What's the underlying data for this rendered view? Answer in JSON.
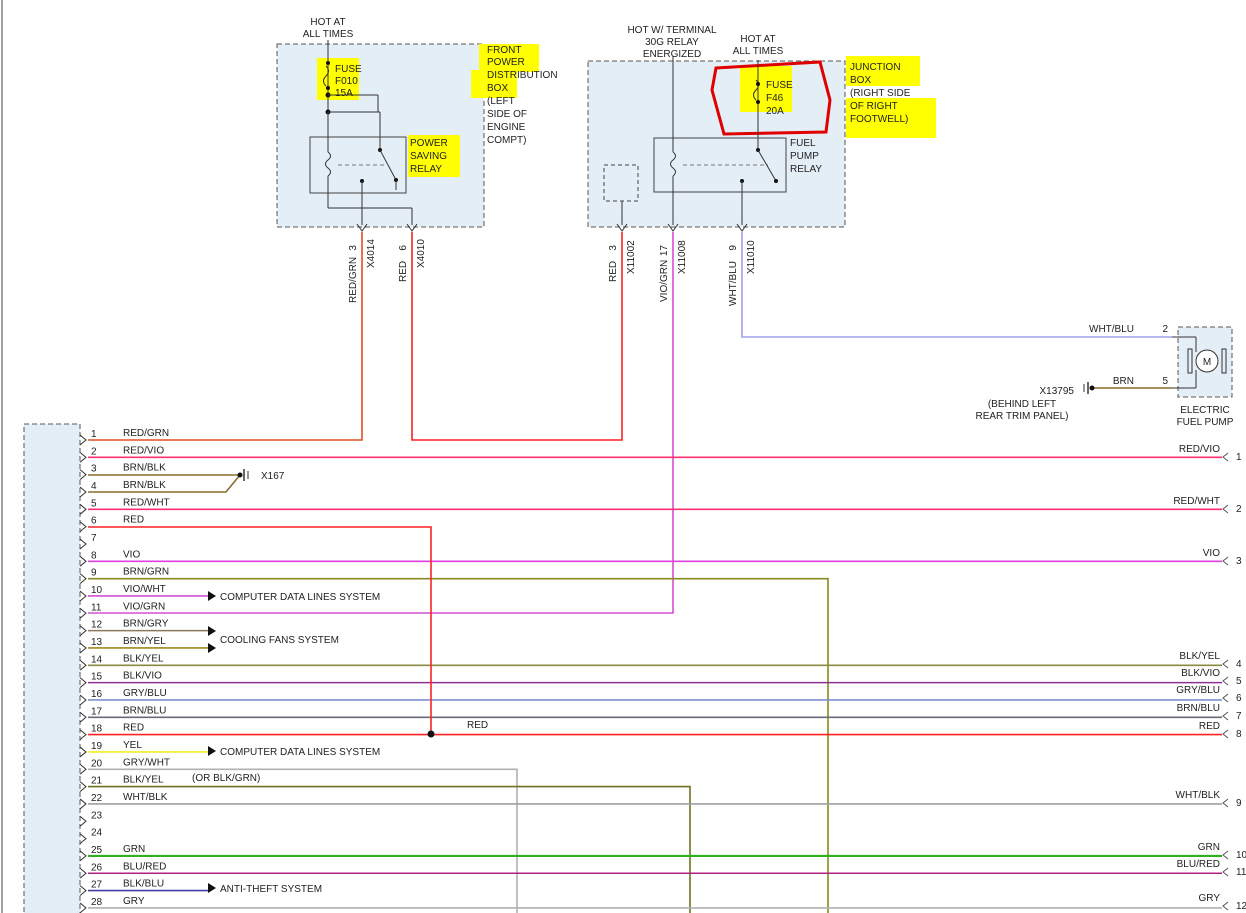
{
  "top": {
    "hot_at_all_times": [
      "HOT AT",
      "ALL TIMES"
    ],
    "hot_w_terminal": [
      "HOT W/ TERMINAL",
      "30G RELAY",
      "ENERGIZED"
    ],
    "hot_at_all_times_2": [
      "HOT AT",
      "ALL TIMES"
    ]
  },
  "front_box": {
    "fuse": [
      "FUSE",
      "F010",
      "15A"
    ],
    "name": [
      "FRONT",
      "POWER",
      "DISTRIBUTION",
      "BOX",
      "(LEFT",
      "SIDE OF",
      "ENGINE",
      "COMPT)"
    ],
    "relay": [
      "POWER",
      "SAVING",
      "RELAY"
    ],
    "pins": [
      {
        "pin": "3",
        "conn": "X4014",
        "wire": "RED/GRN"
      },
      {
        "pin": "6",
        "conn": "X4010",
        "wire": "RED"
      }
    ]
  },
  "junction_box": {
    "fuse": [
      "FUSE",
      "F46",
      "20A"
    ],
    "name": [
      "JUNCTION",
      "BOX",
      "(RIGHT SIDE",
      "OF RIGHT",
      "FOOTWELL)"
    ],
    "relay": [
      "FUEL",
      "PUMP",
      "RELAY"
    ],
    "pins": [
      {
        "pin": "3",
        "conn": "X11002",
        "wire": "RED"
      },
      {
        "pin": "17",
        "conn": "X11008",
        "wire": "VIO/GRN"
      },
      {
        "pin": "9",
        "conn": "X11010",
        "wire": "WHT/BLU"
      }
    ]
  },
  "pump": {
    "wire_top": "WHT/BLU",
    "pin_top": "2",
    "wire_bottom": "BRN",
    "pin_bottom": "5",
    "ground": "X13795",
    "ground_loc": [
      "(BEHIND LEFT",
      "REAR TRIM PANEL)"
    ],
    "name": [
      "ELECTRIC",
      "FUEL PUMP"
    ],
    "motor": "M"
  },
  "ground_x167": "X167",
  "left_rows": [
    {
      "n": "1",
      "w": "RED/GRN"
    },
    {
      "n": "2",
      "w": "RED/VIO"
    },
    {
      "n": "3",
      "w": "BRN/BLK"
    },
    {
      "n": "4",
      "w": "BRN/BLK"
    },
    {
      "n": "5",
      "w": "RED/WHT"
    },
    {
      "n": "6",
      "w": "RED"
    },
    {
      "n": "7",
      "w": ""
    },
    {
      "n": "8",
      "w": "VIO"
    },
    {
      "n": "9",
      "w": "BRN/GRN"
    },
    {
      "n": "10",
      "w": "VIO/WHT"
    },
    {
      "n": "11",
      "w": "VIO/GRN"
    },
    {
      "n": "12",
      "w": "BRN/GRY"
    },
    {
      "n": "13",
      "w": "BRN/YEL"
    },
    {
      "n": "14",
      "w": "BLK/YEL"
    },
    {
      "n": "15",
      "w": "BLK/VIO"
    },
    {
      "n": "16",
      "w": "GRY/BLU"
    },
    {
      "n": "17",
      "w": "BRN/BLU"
    },
    {
      "n": "18",
      "w": "RED"
    },
    {
      "n": "19",
      "w": "YEL"
    },
    {
      "n": "20",
      "w": "GRY/WHT"
    },
    {
      "n": "21",
      "w": "BLK/YEL"
    },
    {
      "n": "22",
      "w": "WHT/BLK"
    },
    {
      "n": "23",
      "w": ""
    },
    {
      "n": "24",
      "w": ""
    },
    {
      "n": "25",
      "w": "GRN"
    },
    {
      "n": "26",
      "w": "BLU/RED"
    },
    {
      "n": "27",
      "w": "BLK/BLU"
    },
    {
      "n": "28",
      "w": "GRY"
    }
  ],
  "right_rows": [
    {
      "n": "1",
      "w": "RED/VIO"
    },
    {
      "n": "2",
      "w": "RED/WHT"
    },
    {
      "n": "3",
      "w": "VIO"
    },
    {
      "n": "4",
      "w": "BLK/YEL"
    },
    {
      "n": "5",
      "w": "BLK/VIO"
    },
    {
      "n": "6",
      "w": "GRY/BLU"
    },
    {
      "n": "7",
      "w": "BRN/BLU"
    },
    {
      "n": "8",
      "w": "RED"
    },
    {
      "n": "9",
      "w": "WHT/BLK"
    },
    {
      "n": "10",
      "w": "GRN"
    },
    {
      "n": "11",
      "w": "BLU/RED"
    },
    {
      "n": "12",
      "w": "GRY"
    }
  ],
  "systems": {
    "computer_data": "COMPUTER DATA LINES SYSTEM",
    "cooling_fans": "COOLING FANS SYSTEM",
    "computer_data_2": "COMPUTER DATA LINES SYSTEM",
    "anti_theft": "ANTI-THEFT SYSTEM"
  },
  "splice_red": "RED",
  "alt_color": "(OR BLK/GRN)",
  "colors": {
    "red": "#ff2020",
    "redgrn": "#e05020",
    "redvio": "#ff2f6f",
    "brn": "#8b6b2a",
    "vio": "#e040e0",
    "olive": "#8a8a20",
    "viowht": "#d050d0",
    "viogrn": "#d050d0",
    "brngry": "#8a7a5a",
    "brnyel": "#a08a20",
    "blkyel": "#8a8a40",
    "blkvio": "#903090",
    "grybl": "#8090d0",
    "brnblu": "#6a6a7a",
    "yel": "#f0f020",
    "gry": "#b0b0b0",
    "blkgrn": "#707020",
    "whtblk": "#a0a0a0",
    "grn": "#30b020",
    "blured": "#b02080",
    "blkblu": "#4040a0",
    "whtblu": "#a0a0f0",
    "highlight": "#ffff00",
    "circle": "#e00000",
    "box_fill": "#e4eef6"
  }
}
